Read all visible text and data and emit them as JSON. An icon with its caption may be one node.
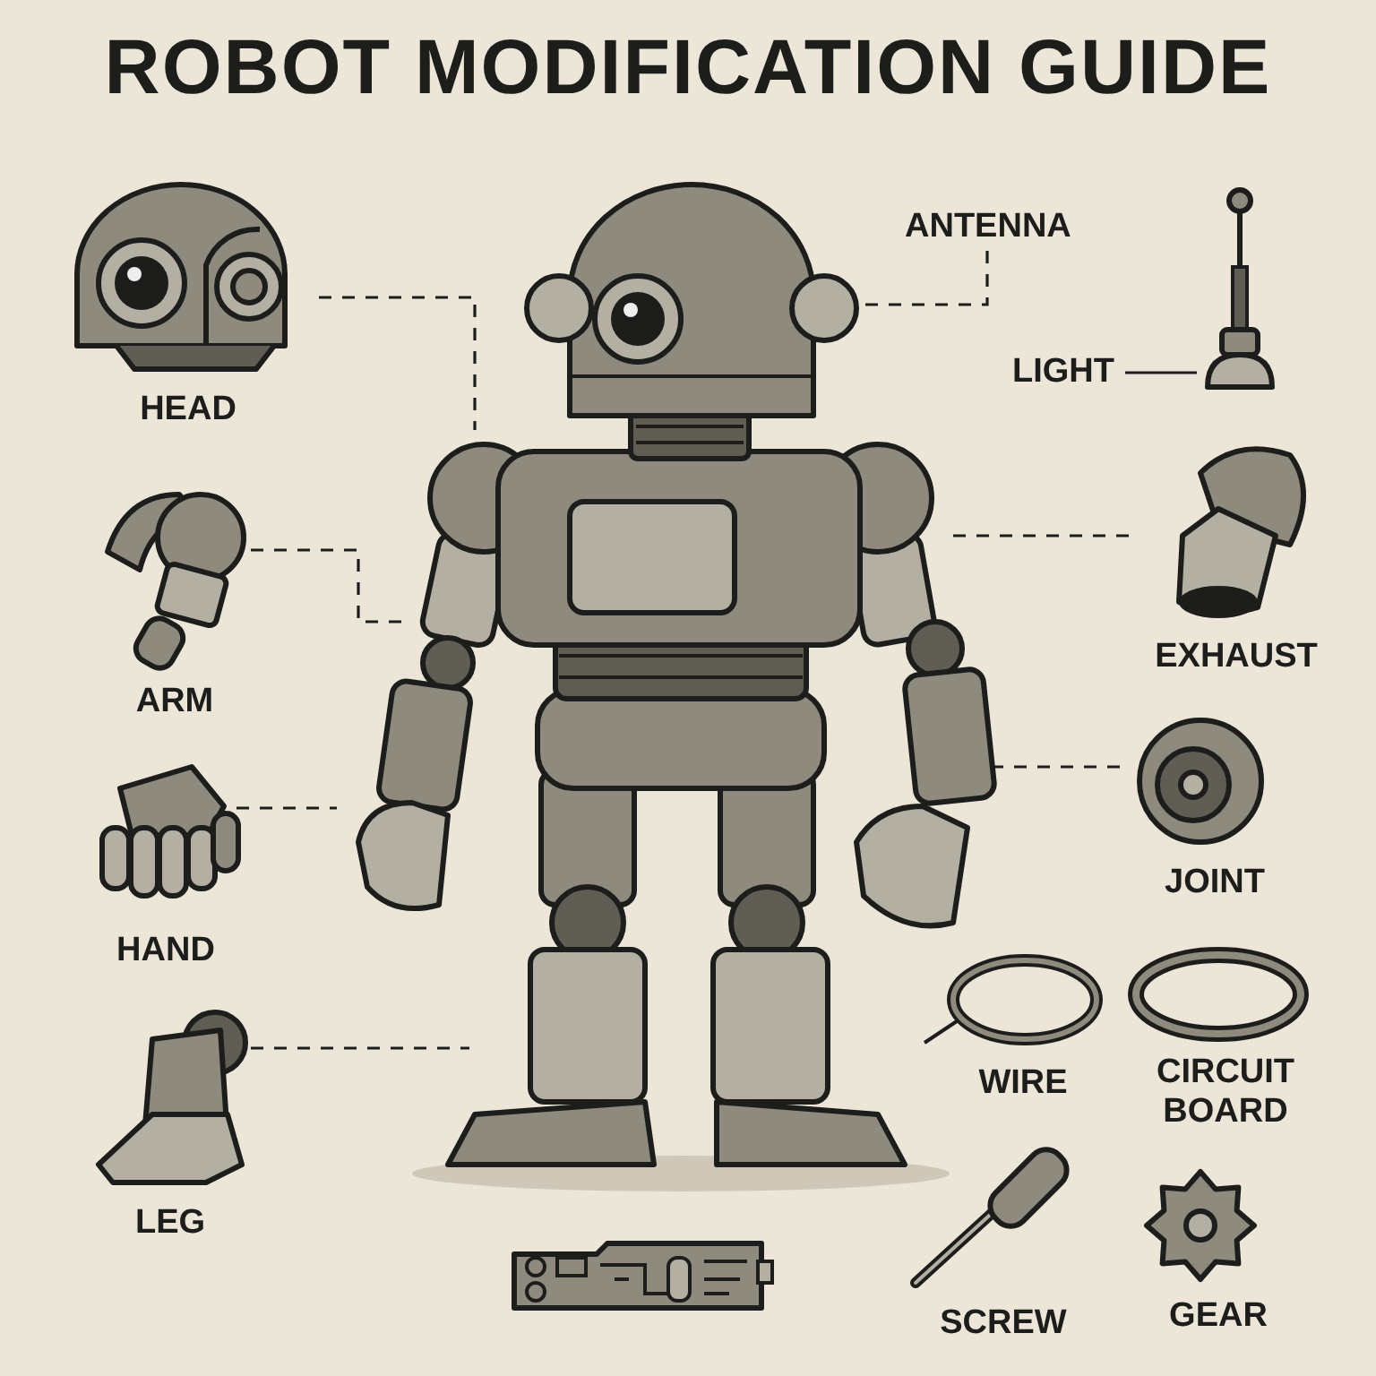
{
  "diagram": {
    "title": "ROBOT MODIFICATION GUIDE",
    "nodes": [
      {
        "text": [],
        "shape": "picture"
      },
      {
        "text": [
          "HEAD"
        ]
      },
      {
        "text": [
          "ANTENNA"
        ]
      },
      {
        "text": [],
        "shape": "picture"
      },
      {
        "text": [
          "LIGHT"
        ]
      },
      {
        "text": [
          "ARM"
        ]
      },
      {
        "text": [
          "EXHAUST"
        ]
      },
      {
        "text": [
          "HAND"
        ]
      },
      {
        "text": [
          "JOINT"
        ]
      },
      {
        "text": [
          "WIRE"
        ]
      },
      {
        "text": [
          "CIRCUIT BOARD"
        ]
      },
      {
        "text": [
          "LEG"
        ]
      },
      {
        "text": [
          "SCREW"
        ]
      },
      {
        "text": [
          "GEAR"
        ]
      },
      {
        "text": [],
        "shape": "picture"
      }
    ],
    "edges": [
      {
        "from": 1,
        "to": 0,
        "arrow": "none",
        "style": "dashed"
      },
      {
        "from": 2,
        "to": 0,
        "arrow": "none",
        "style": "dashed"
      },
      {
        "from": 4,
        "to": 3,
        "arrow": "none"
      },
      {
        "from": 5,
        "to": 0,
        "arrow": "none",
        "style": "dashed"
      },
      {
        "from": 0,
        "to": 6,
        "arrow": "none",
        "style": "dashed"
      },
      {
        "from": 7,
        "to": 0,
        "arrow": "none",
        "style": "dashed"
      },
      {
        "from": 0,
        "to": 8,
        "arrow": "none",
        "style": "dashed"
      },
      {
        "from": 11,
        "to": 0,
        "arrow": "none",
        "style": "dashed"
      }
    ]
  }
}
